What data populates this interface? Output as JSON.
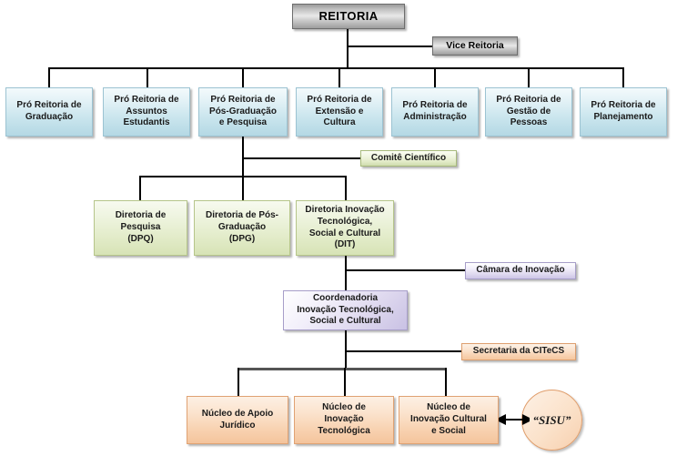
{
  "diagram": {
    "title": "Organograma REITORIA",
    "type": "organizational-chart",
    "background": "#ffffff",
    "colors": {
      "root": "#bdbdbd",
      "level_pro_reitoria": "#cbe6ee",
      "level_diretoria": "#e3ecca",
      "coordenadoria": "#ddd7ee",
      "nucleos": "#f8d2b1",
      "connector": "#000000",
      "connector_thick": "#555555"
    }
  },
  "nodes": {
    "reitoria": {
      "label": "REITORIA",
      "shape": "rect",
      "style": "gray"
    },
    "vice_reitoria": {
      "label": "Vice Reitoria",
      "shape": "rect",
      "style": "gray"
    },
    "pro_graduacao": {
      "label": "Pró Reitoria de\nGraduação",
      "shape": "rect",
      "style": "blue"
    },
    "pro_assuntos": {
      "label": "Pró Reitoria de\nAssuntos\nEstudantis",
      "shape": "rect",
      "style": "blue"
    },
    "pro_pos_pesquisa": {
      "label": "Pró Reitoria de\nPós-Graduação\ne Pesquisa",
      "shape": "rect",
      "style": "blue"
    },
    "pro_extensao": {
      "label": "Pró Reitoria de\nExtensão e\nCultura",
      "shape": "rect",
      "style": "blue"
    },
    "pro_administracao": {
      "label": "Pró Reitoria de\nAdministração",
      "shape": "rect",
      "style": "blue"
    },
    "pro_gestao": {
      "label": "Pró Reitoria de\nGestão de\nPessoas",
      "shape": "rect",
      "style": "blue"
    },
    "pro_planejamento": {
      "label": "Pró Reitoria de\nPlanejamento",
      "shape": "rect",
      "style": "blue"
    },
    "comite_cientifico": {
      "label": "Comitê Científico",
      "shape": "rect",
      "style": "green"
    },
    "diretoria_pesquisa": {
      "label": "Diretoria de\nPesquisa\n(DPQ)",
      "shape": "rect",
      "style": "green"
    },
    "diretoria_pos": {
      "label": "Diretoria de Pós-\nGraduação\n(DPG)",
      "shape": "rect",
      "style": "green"
    },
    "diretoria_inovacao": {
      "label": "Diretoria Inovação\nTecnológica,\nSocial e Cultural\n(DIT)",
      "shape": "rect",
      "style": "green"
    },
    "camara_inovacao": {
      "label": "Câmara de Inovação",
      "shape": "rect",
      "style": "purple"
    },
    "coordenadoria": {
      "label": "Coordenadoria\nInovação Tecnológica,\nSocial e Cultural",
      "shape": "rect",
      "style": "purple"
    },
    "secretaria_citecs": {
      "label": "Secretaria da CITeCS",
      "shape": "rect",
      "style": "orange"
    },
    "nucleo_juridico": {
      "label": "Núcleo de Apoio\nJurídico",
      "shape": "rect",
      "style": "orange"
    },
    "nucleo_tecnologica": {
      "label": "Núcleo de\nInovação\nTecnológica",
      "shape": "rect",
      "style": "orange"
    },
    "nucleo_cultural": {
      "label": "Núcleo de\nInovação Cultural\ne Social",
      "shape": "rect",
      "style": "orange"
    },
    "sisu": {
      "label": "“SISU”",
      "shape": "ellipse",
      "style": "orange"
    }
  }
}
